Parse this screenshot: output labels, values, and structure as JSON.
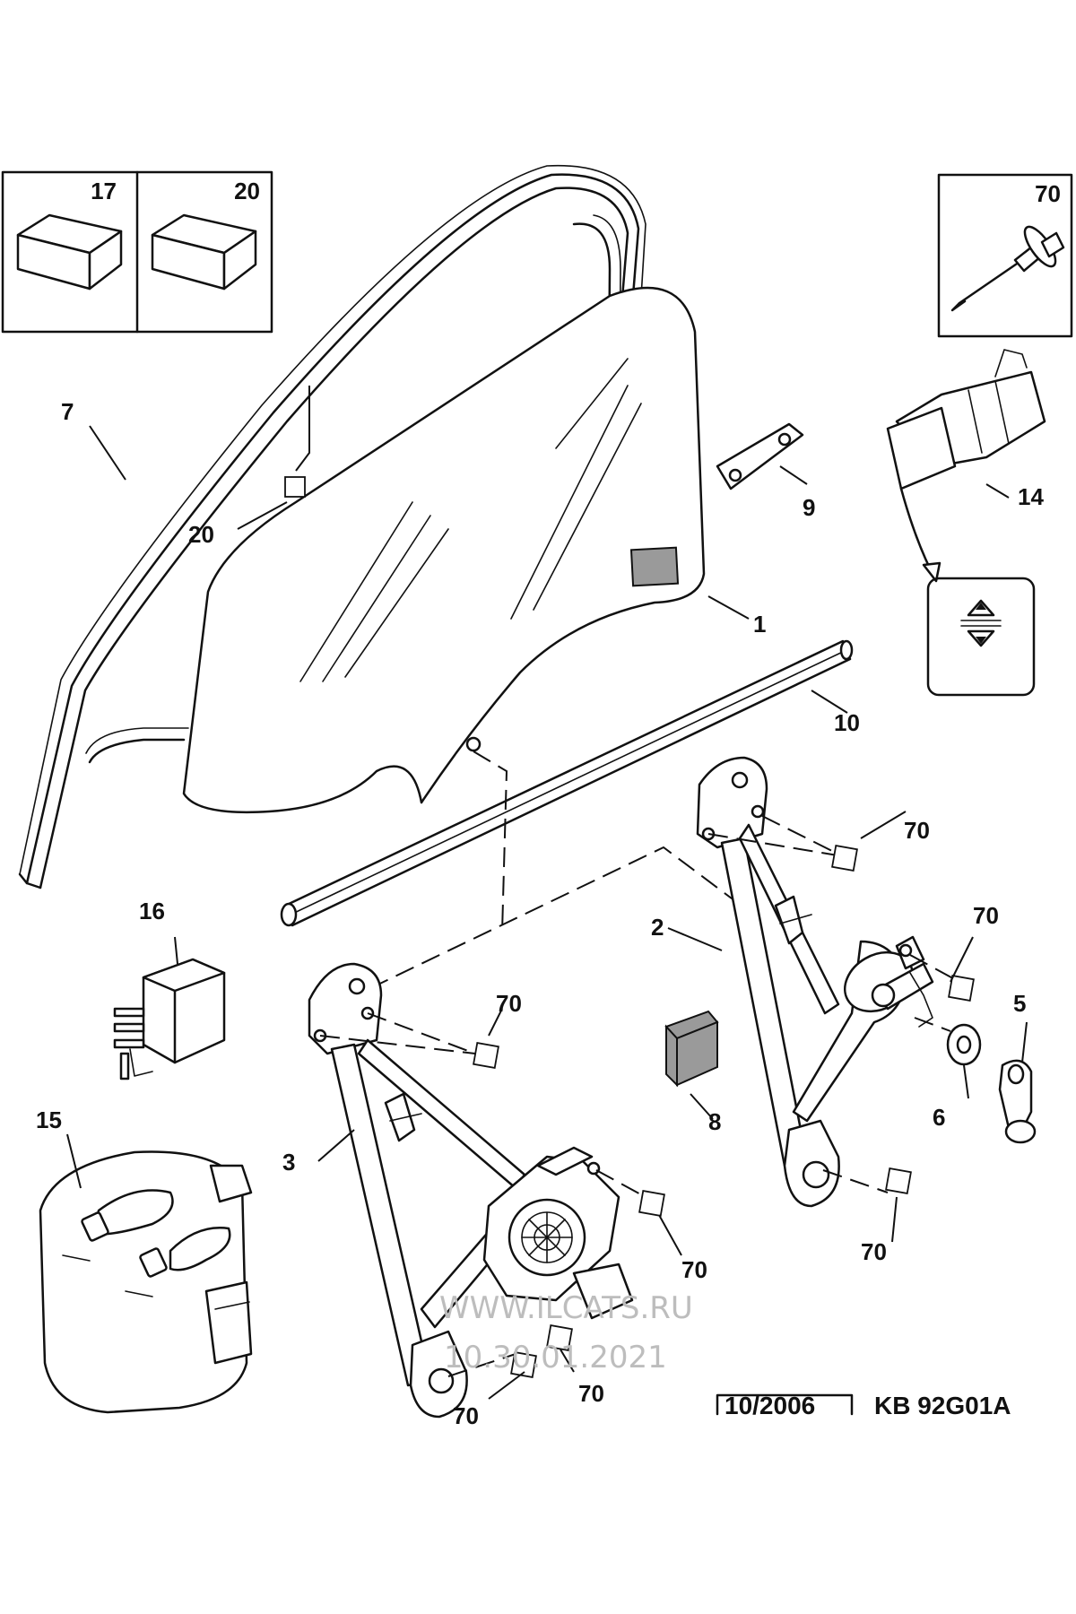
{
  "inset_left": {
    "labels": [
      "17",
      "20"
    ]
  },
  "inset_right": {
    "label": "70"
  },
  "parts": {
    "p1": "1",
    "p2": "2",
    "p3": "3",
    "p5": "5",
    "p6": "6",
    "p7": "7",
    "p8": "8",
    "p9": "9",
    "p10": "10",
    "p14": "14",
    "p15": "15",
    "p16": "16",
    "p20": "20",
    "p70a": "70",
    "p70b": "70",
    "p70c": "70",
    "p70d": "70",
    "p70e": "70",
    "p70f": "70",
    "p70g": "70"
  },
  "footer": {
    "date": "10/2006",
    "code": "KB 92G01A"
  },
  "watermark": {
    "site": "WWW.ILCATS.RU",
    "date": "10.30.01.2021"
  }
}
